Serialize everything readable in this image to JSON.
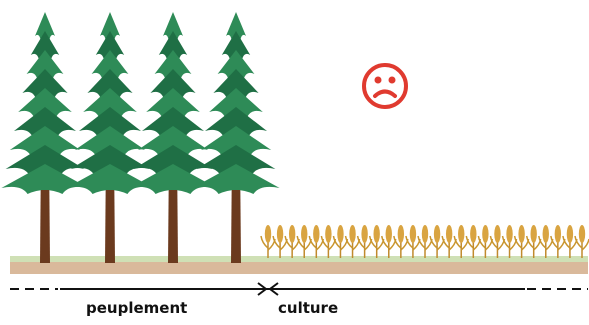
{
  "labels": {
    "forest": "peuplement",
    "crop": "culture"
  },
  "icons": {
    "mood": "sad-face-icon",
    "tree": "conifer-tree-icon",
    "crop": "wheat-stalk-icon",
    "boundary": "inward-arrows-icon"
  },
  "colors": {
    "foliage": "#2e8b57",
    "foliage_dark": "#1f6f45",
    "trunk": "#6b3a1e",
    "wheat": "#d9a441",
    "ground": "#d9b99b",
    "grass": "#cfe0b5",
    "sad_face": "#e03a2f",
    "line": "#111111"
  },
  "scene": {
    "tree_count": 4,
    "wheat_stalk_count": 27
  }
}
